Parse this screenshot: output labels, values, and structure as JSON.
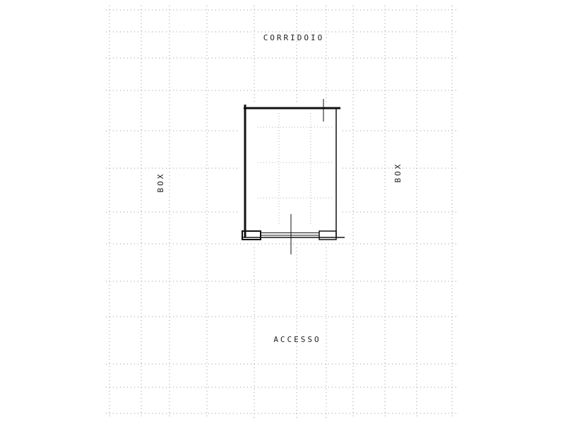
{
  "labels": {
    "top": "CORRIDOIO",
    "left": "BOX",
    "right": "BOX",
    "bottom": "ACCESSO"
  },
  "colors": {
    "wall": "#111111",
    "background_lines": "#9a9a9a",
    "background": "#ffffff"
  }
}
